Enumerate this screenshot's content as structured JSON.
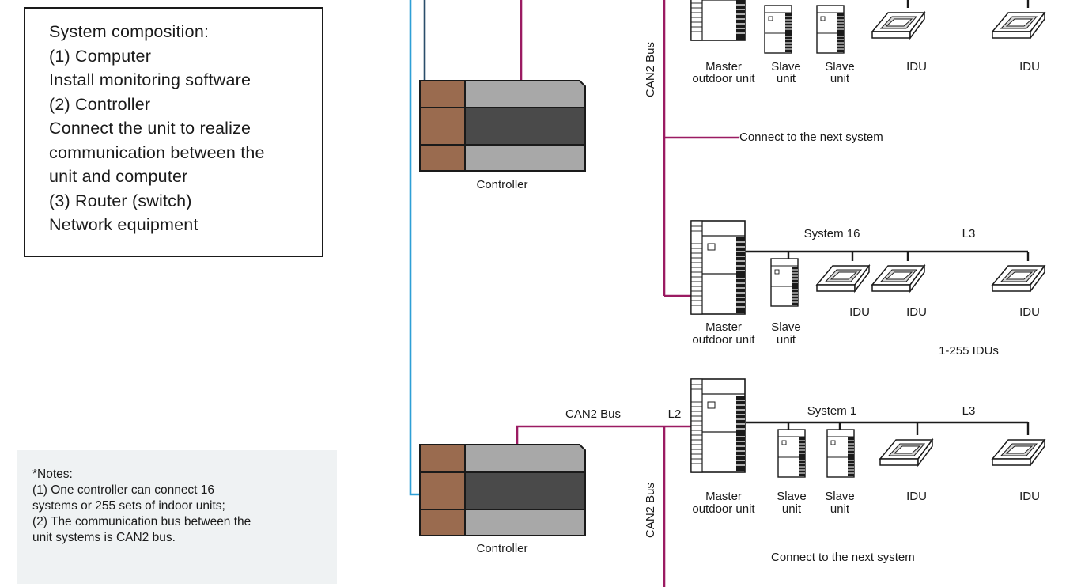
{
  "composition": {
    "lines": [
      "System composition:",
      "(1) Computer",
      "Install monitoring software",
      "(2) Controller",
      "Connect the unit to realize",
      "communication between the",
      "unit and computer",
      "(3) Router (switch)",
      "Network equipment"
    ]
  },
  "notes": {
    "lines": [
      "*Notes:",
      "(1) One controller can connect 16",
      "systems or 255 sets of indoor units;",
      "(2) The communication bus between the",
      "unit systems is CAN2 bus."
    ]
  },
  "labels": {
    "controller": "Controller",
    "can2_bus": "CAN2 Bus",
    "l2": "L2",
    "l3": "L3",
    "system_16": "System 16",
    "system_1": "System 1",
    "idu": "IDU",
    "master_line1": "Master",
    "master_line2": "outdoor unit",
    "slave_line1": "Slave",
    "slave_line2": "unit",
    "connect_next": "Connect to the next system",
    "idu_range": "1-255 IDUs"
  },
  "colors": {
    "can_bus": "#9b1b62",
    "network_blue": "#2e9fd6",
    "network_dark": "#2a4d6b",
    "controller_brown": "#9a6b4f",
    "controller_light": "#a8a8a8",
    "controller_dark": "#4a4a4a"
  }
}
